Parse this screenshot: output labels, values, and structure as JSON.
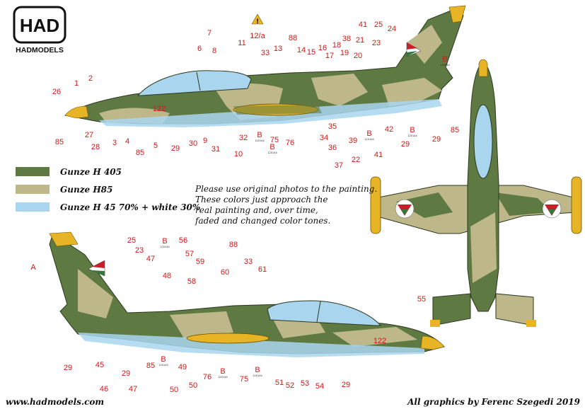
{
  "brand": {
    "logo_text": "HAD",
    "name": "HADMODELS"
  },
  "warning": {
    "symbol": "!",
    "small_text": "12/a"
  },
  "colors": {
    "green": "#5e7a42",
    "tan": "#bdb78a",
    "light_blue": "#a9d6ee",
    "yellow": "#e6b424",
    "label_red": "#d01818",
    "roundel_red": "#c8202a",
    "roundel_green": "#2f7a3a"
  },
  "legend": [
    {
      "swatch": "green",
      "text": "Gunze H 405"
    },
    {
      "swatch": "tan",
      "text": "Gunze H85"
    },
    {
      "swatch": "light_blue",
      "text": "Gunze H 45 70% + white 30%"
    }
  ],
  "note_lines": [
    "Please use original photos to the painting.",
    "These colors just approach the",
    "real painting and, over time,",
    "faded and changed color tones."
  ],
  "aircraft_number": "122",
  "tiny_stencil": "120144",
  "top_view_callouts": [
    "1",
    "2",
    "26",
    "27",
    "28",
    "85",
    "3",
    "4",
    "85",
    "5",
    "29",
    "30",
    "9",
    "31",
    "10",
    "32",
    "B",
    "75",
    "B",
    "76",
    "34",
    "35",
    "36",
    "37",
    "22",
    "39",
    "B",
    "41",
    "42",
    "29",
    "B",
    "29",
    "85",
    "6",
    "7",
    "8",
    "11",
    "12/a",
    "33",
    "13",
    "88",
    "14",
    "15",
    "16",
    "17",
    "18",
    "19",
    "20",
    "38",
    "21",
    "23",
    "41",
    "25",
    "24",
    "B"
  ],
  "bottom_view_callouts": [
    "A",
    "25",
    "23",
    "47",
    "B",
    "56",
    "57",
    "59",
    "48",
    "58",
    "60",
    "88",
    "33",
    "61",
    "55",
    "29",
    "45",
    "46",
    "29",
    "47",
    "85",
    "B",
    "50",
    "49",
    "50",
    "76",
    "B",
    "75",
    "B",
    "51",
    "52",
    "53",
    "54",
    "29"
  ],
  "footer": {
    "website": "www.hadmodels.com",
    "credit": "All graphics by Ferenc Szegedi 2019"
  }
}
